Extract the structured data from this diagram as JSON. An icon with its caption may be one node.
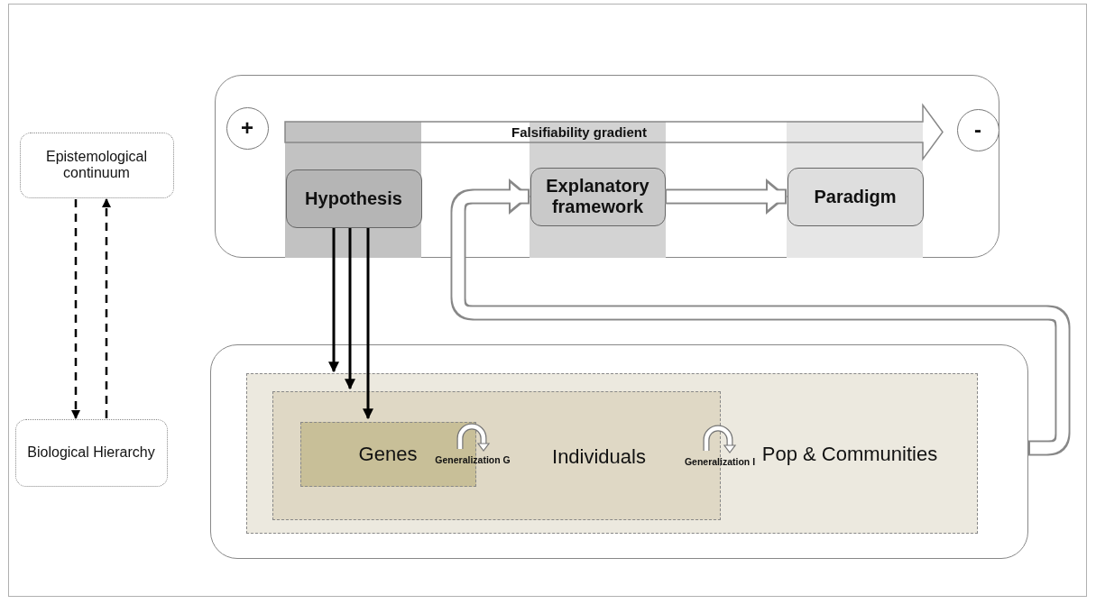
{
  "diagram": {
    "nodes": [
      {
        "text": [
          "Epistemological continuum"
        ]
      },
      {
        "text": [
          "Biological Hierarchy"
        ]
      },
      {
        "text": [],
        "shape": "box"
      },
      {
        "text": [
          "+"
        ],
        "in": 2
      },
      {
        "text": [
          "-"
        ],
        "in": 2
      },
      {
        "text": [
          "Hypothesis"
        ],
        "in": 2
      },
      {
        "text": [
          "Explanatory framework"
        ],
        "in": 2
      },
      {
        "text": [
          "Paradigm"
        ],
        "in": 2
      },
      {
        "text": [],
        "shape": "box"
      },
      {
        "text": [
          "Pop & Communities"
        ],
        "in": 8
      },
      {
        "text": [
          "Individuals"
        ],
        "in": 9
      },
      {
        "text": [
          "Genes"
        ],
        "in": 10
      }
    ],
    "edges": [
      {
        "from": 0,
        "to": 1,
        "arrow": "to",
        "style": "dashed"
      },
      {
        "from": 1,
        "to": 0,
        "arrow": "to",
        "style": "dashed"
      },
      {
        "from": 5,
        "to": 9,
        "arrow": "to"
      },
      {
        "from": 5,
        "to": 10,
        "arrow": "to"
      },
      {
        "from": 5,
        "to": 11,
        "arrow": "to"
      },
      {
        "from": 6,
        "to": 7,
        "arrow": "to",
        "style": "thick",
        "color": "#888888"
      },
      {
        "from": 8,
        "to": 6,
        "arrow": "to",
        "style": "thick",
        "color": "#888888"
      }
    ],
    "labels": [
      "Falsifiability gradient",
      "Generalization G",
      "Generalization I"
    ]
  }
}
